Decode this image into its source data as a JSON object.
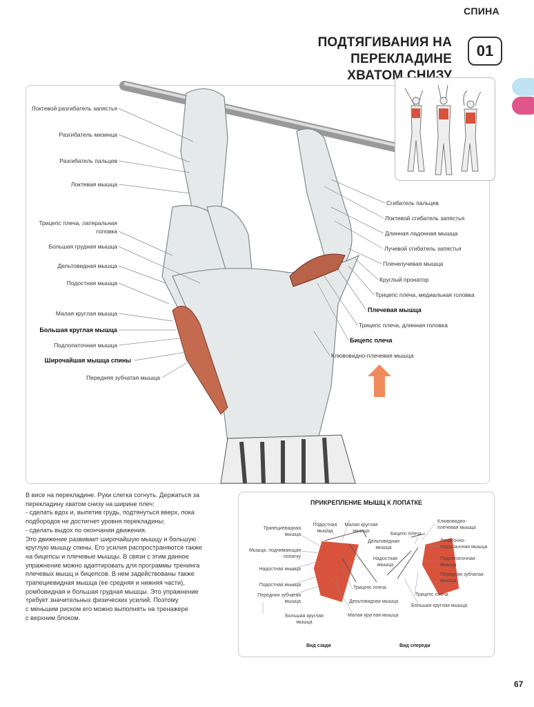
{
  "header": {
    "section": "СПИНА",
    "title_line1": "ПОДТЯГИВАНИЯ НА ПЕРЕКЛАДИНЕ",
    "title_line2": "ХВАТОМ СНИЗУ",
    "number": "01"
  },
  "colors": {
    "dot_blue": "#bfe3f2",
    "dot_pink": "#e0558a",
    "muscle_red": "#d9533c",
    "arrow": "#f08a5d"
  },
  "figure": {
    "left_labels": [
      "Локтевой разгибатель запястья",
      "Разгибатель мизинца",
      "Разгибатель пальцев",
      "Локтевая мышца",
      "Трицепс плеча, латеральная",
      "головка",
      "Большая грудная мышца",
      "Дельтовидная мышца",
      "Подостная мышца",
      "Малая круглая мышца",
      "Большая круглая мышца",
      "Подлопаточная мышца",
      "Широчайшая мышца спины",
      "Передняя зубчатая мышца"
    ],
    "right_labels": [
      "Сгибатель пальцев",
      "Локтевой сгибатель запястья",
      "Длинная ладонная мышца",
      "Лучевой сгибатель запястья",
      "Плечелучевая мышца",
      "Круглый пронатор",
      "Трицепс плеча, медиальная головка",
      "Плечевая мышца",
      "Трицепс плеча, длинная головка",
      "Бицепс плеча",
      "Клювовидно-плечевая мышца"
    ]
  },
  "body_text": [
    "В висе на перекладине. Руки слегка согнуть. Держаться за",
    "перекладину хватом снизу на ширине плеч:",
    "- сделать вдох и, выпятив грудь, подтянуться вверх, пока",
    "подбородок не достигнет уровня перекладины;",
    "- сделать выдох по окончании движения.",
    "Это движение развивает широчайшую мышцу и большую",
    "круглую мышцу спины. Его усилия распространяются также",
    "на бицепсы и плечевые мышцы. В связи с этим данное",
    "упражнение можно адаптировать для программы тренинга",
    "плечевых мышц и бицепсов. В нем задействованы также",
    "трапециевидная мышца (ее средняя и нижняя части),",
    "ромбовидная и большая грудная мышцы. Это упражнение",
    "требует значительных физических усилий. Поэтому",
    "с меньшим риском его можно выполнять на тренажере",
    "с верхним блоком."
  ],
  "scapula": {
    "title": "ПРИКРЕПЛЕНИЕ МЫШЦ К ЛОПАТКЕ",
    "back_labels": [
      "Трапециевидная\nмышца",
      "Подостная\nмышца",
      "Малая круглая\nмышца",
      "Мышца, поднимающая\nлопатку",
      "Надостная мышца",
      "Подостная мышца",
      "Передняя зубчатая\nмышца",
      "Большая круглая\nмышца",
      "Трицепс плеча",
      "Дельтовидная мышца",
      "Малая круглая мышца"
    ],
    "front_labels": [
      "Клювовидно-\nплечевая мышца",
      "Бицепс плеча",
      "Дельтовидная\nмышца",
      "Лопаточно-\nподъязычная мышца",
      "Надостная\nмышца",
      "Подлопаточная\nмышца",
      "Передняя зубчатая\nмышца",
      "Трицепс плеча",
      "Большая круглая мышца"
    ],
    "caption_back": "Вид сзади",
    "caption_front": "Вид спереди"
  },
  "page_number": "67"
}
